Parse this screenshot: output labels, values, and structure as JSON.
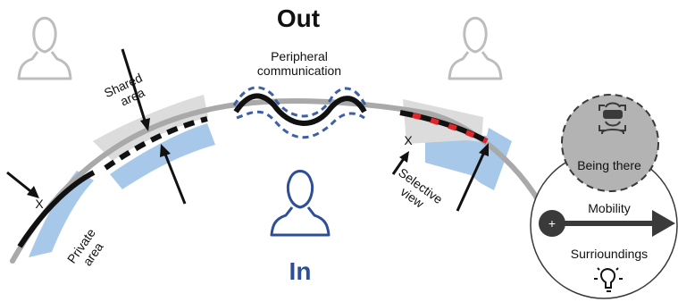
{
  "labels": {
    "out": "Out",
    "in": "In",
    "peripheral_line1": "Peripheral",
    "peripheral_line2": "communication",
    "shared_line1": "Shared",
    "shared_line2": "area",
    "private_line1": "Private",
    "private_line2": "area",
    "selective_line1": "Selective",
    "selective_line2": "view",
    "being_there": "Being there",
    "mobility": "Mobility",
    "surroundings": "Surrioundings",
    "x_mark": "X",
    "plus": "+"
  },
  "colors": {
    "arc": "#a9a9a9",
    "black": "#111111",
    "blue_fill": "#a7c8e8",
    "gray_fill": "#dcdcdc",
    "dashed_blue": "#3d5fa6",
    "red": "#e0262b",
    "in_text": "#2f4e98",
    "person_gray": "#bdbdbd",
    "person_blue": "#2f4e98",
    "circle_gray": "#b3b3b3",
    "dark": "#3a3a3a"
  },
  "icons": {
    "person_left": "person-outline-icon",
    "person_right": "person-outline-icon",
    "person_center": "person-outline-icon",
    "vr_headset": "vr-headset-user-icon",
    "lightbulb": "lightbulb-icon"
  }
}
